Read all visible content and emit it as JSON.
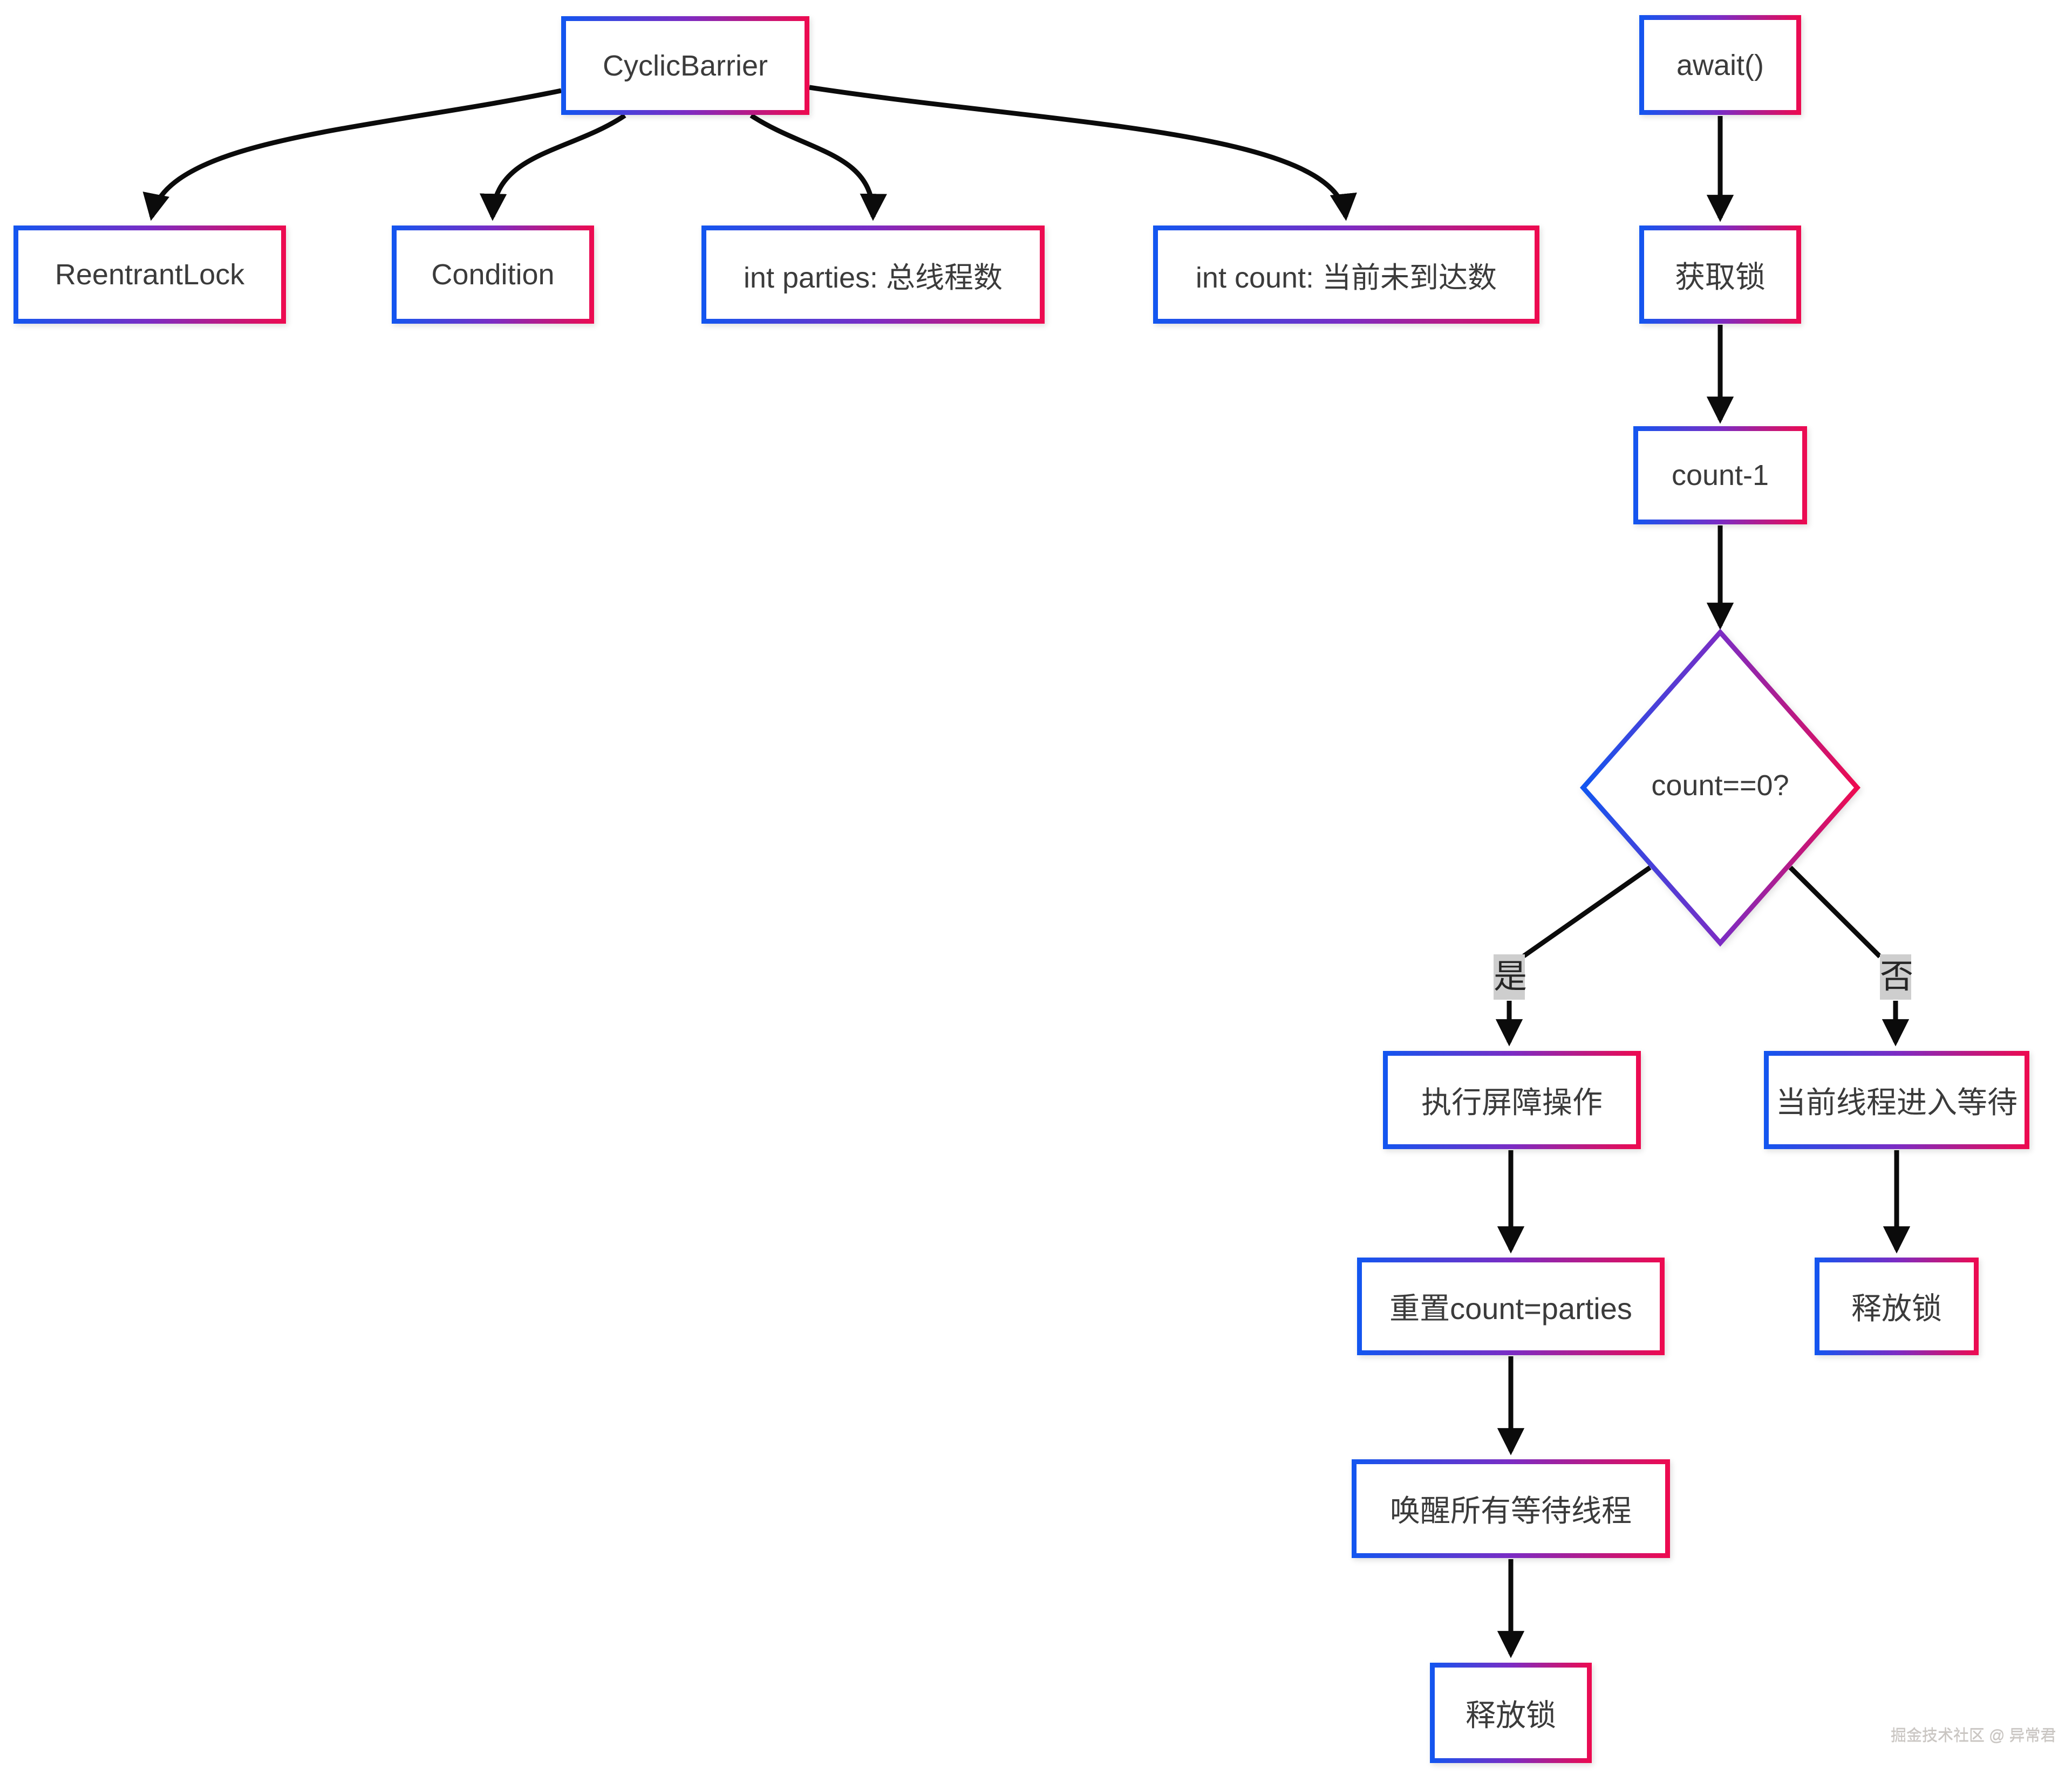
{
  "tree": {
    "root": {
      "label": "CyclicBarrier"
    },
    "children": [
      {
        "label": "ReentrantLock"
      },
      {
        "label": "Condition"
      },
      {
        "label": "int parties: 总线程数"
      },
      {
        "label": "int count: 当前未到达数"
      }
    ]
  },
  "flow": {
    "start": {
      "label": "await()"
    },
    "steps": [
      {
        "label": "获取锁"
      },
      {
        "label": "count-1"
      }
    ],
    "decision": {
      "label": "count==0?"
    },
    "branch_yes": {
      "label": "是"
    },
    "branch_no": {
      "label": "否"
    },
    "yes_steps": [
      {
        "label": "执行屏障操作"
      },
      {
        "label": "重置count=parties"
      },
      {
        "label": "唤醒所有等待线程"
      },
      {
        "label": "释放锁"
      }
    ],
    "no_steps": [
      {
        "label": "当前线程进入等待"
      },
      {
        "label": "释放锁"
      }
    ]
  },
  "watermark": {
    "text": "掘金技术社区 @ 异常君"
  },
  "colors": {
    "gradient_start": "#1256f0",
    "gradient_mid": "#7b2cc4",
    "gradient_end": "#ee0a4f",
    "arrow": "#0b0b0b",
    "node_text": "#3b3b3b",
    "chip_bg": "#cecece",
    "chip_text": "#262626",
    "watermark": "#c9c5c1"
  }
}
